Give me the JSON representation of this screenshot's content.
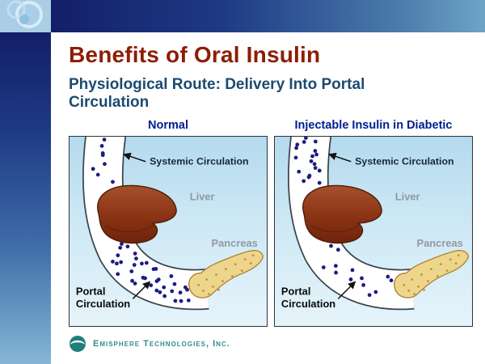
{
  "slide": {
    "title": "Benefits of Oral Insulin",
    "subtitle_lines": [
      "Physiological Route: Delivery Into Portal",
      "Circulation"
    ]
  },
  "panels": [
    {
      "title": "Normal",
      "labels": {
        "systemic": "Systemic Circulation",
        "liver": "Liver",
        "pancreas": "Pancreas",
        "portal_lines": [
          "Portal",
          "Circulation"
        ]
      },
      "dots": {
        "systemic": 8,
        "portal": 36
      }
    },
    {
      "title": "Injectable Insulin in Diabetic",
      "labels": {
        "systemic": "Systemic Circulation",
        "liver": "Liver",
        "pancreas": "Pancreas",
        "portal_lines": [
          "Portal",
          "Circulation"
        ]
      },
      "dots": {
        "systemic": 18,
        "portal": 13
      }
    }
  ],
  "footer": {
    "company": "Emisphere Technologies, Inc."
  },
  "colors": {
    "title": "#8d1d04",
    "subtitle": "#1c4a70",
    "panel_header": "#00208f",
    "label_dark": "#16263e",
    "label_gray": "#9199a2",
    "dot": "#1b1b80",
    "teal": "#2f8f88"
  }
}
